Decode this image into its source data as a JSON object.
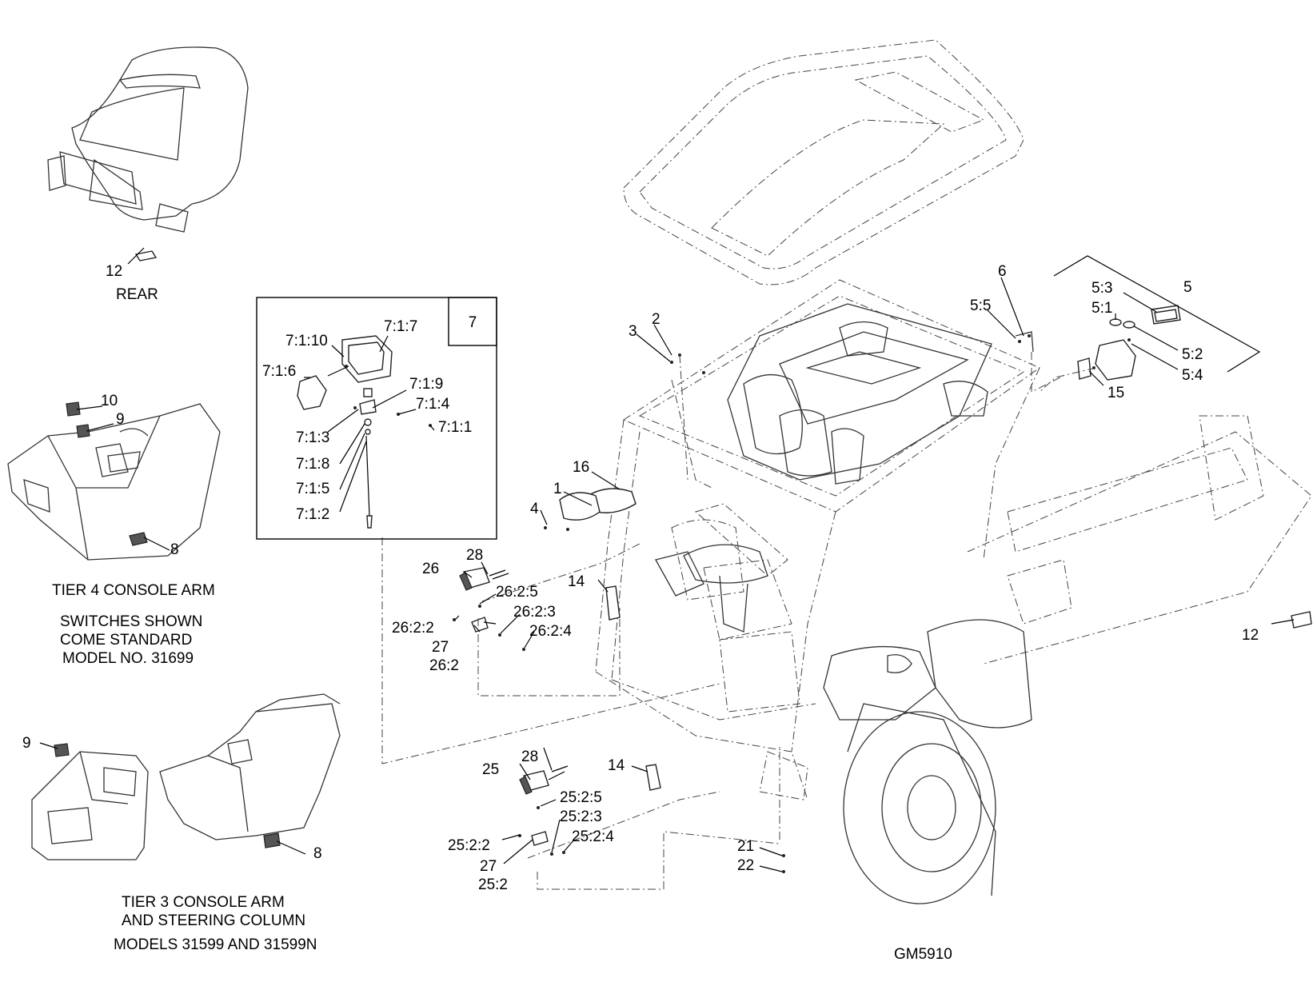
{
  "drawing_id": "GM5910",
  "captions": {
    "rear": "REAR",
    "tier4_1": "TIER 4 CONSOLE ARM",
    "tier4_2": "SWITCHES SHOWN",
    "tier4_3": "COME STANDARD",
    "tier4_4": "MODEL NO. 31699",
    "tier3_1": "TIER 3 CONSOLE ARM",
    "tier3_2": "AND STEERING COLUMN",
    "tier3_3": "MODELS 31599 AND 31599N"
  },
  "inset": {
    "number": "7"
  },
  "callouts": {
    "c12_rear": "12",
    "c10": "10",
    "c9_t4": "9",
    "c8_t4": "8",
    "c9_t3": "9",
    "c8_t3": "8",
    "c7_1_10": "7:1:10",
    "c7_1_7": "7:1:7",
    "c7_1_6": "7:1:6",
    "c7_1_9": "7:1:9",
    "c7_1_4": "7:1:4",
    "c7_1_3": "7:1:3",
    "c7_1_1": "7:1:1",
    "c7_1_8": "7:1:8",
    "c7_1_5": "7:1:5",
    "c7_1_2": "7:1:2",
    "c2": "2",
    "c3": "3",
    "c6": "6",
    "c5_5": "5:5",
    "c5_3": "5:3",
    "c5": "5",
    "c5_1": "5:1",
    "c5_2": "5:2",
    "c5_4": "5:4",
    "c15": "15",
    "c16": "16",
    "c1": "1",
    "c4": "4",
    "c28_top": "28",
    "c26": "26",
    "c26_2_5": "26:2:5",
    "c26_2_3": "26:2:3",
    "c26_2_2": "26:2:2",
    "c26_2_4": "26:2:4",
    "c27_top": "27",
    "c26_2": "26:2",
    "c14_top": "14",
    "c12_right": "12",
    "c28_bot": "28",
    "c25": "25",
    "c14_bot": "14",
    "c25_2_5": "25:2:5",
    "c25_2_3": "25:2:3",
    "c25_2_2": "25:2:2",
    "c25_2_4": "25:2:4",
    "c27_bot": "27",
    "c25_2": "25:2",
    "c21": "21",
    "c22": "22"
  }
}
